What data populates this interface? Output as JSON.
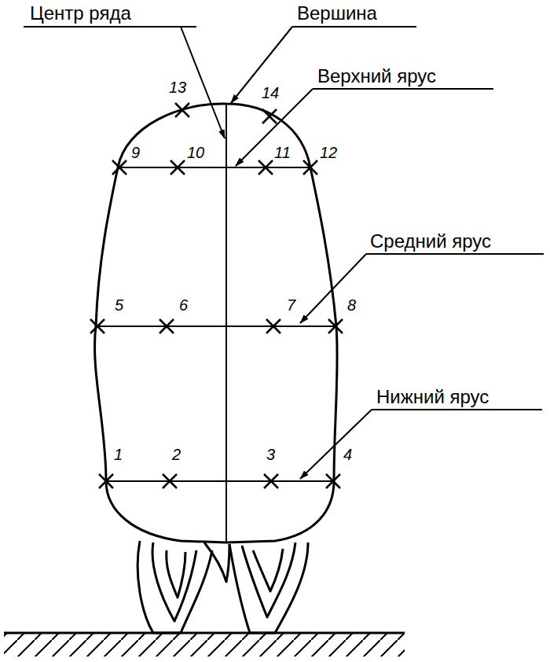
{
  "diagram": {
    "labels": [
      "Центр ряда",
      "Вершина",
      "Верхний ярус",
      "13",
      "14",
      "9",
      "10",
      "11",
      "12",
      "Средний ярус",
      "5",
      "6",
      "7",
      "8",
      "Нижний ярус",
      "1",
      "2",
      "3",
      "4"
    ]
  }
}
